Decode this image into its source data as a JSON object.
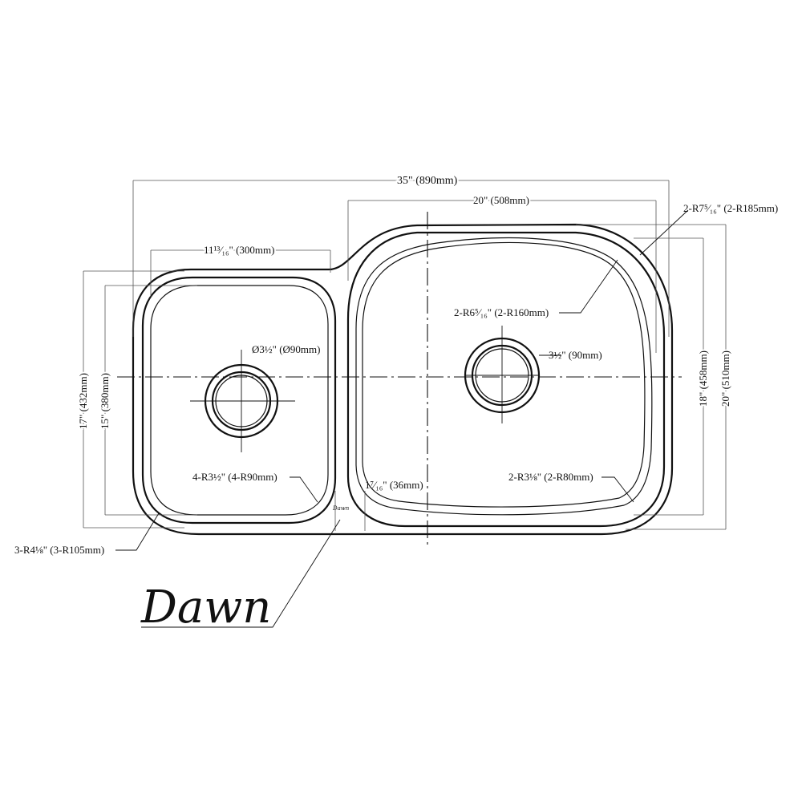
{
  "brand": {
    "logo_text": "Dawn",
    "stamp_text": "Dawn"
  },
  "dimensions": {
    "overall_width": "35\" (890mm)",
    "large_bowl_width": "20\" (508mm)",
    "small_bowl_width": "11¹³⁄₁₆\" (300mm)",
    "overall_depth": "20\" (510mm)",
    "large_bowl_depth": "18\" (458mm)",
    "left_outer_depth": "17\" (432mm)",
    "small_bowl_depth": "15\" (380mm)",
    "small_drain": "Ø3½\" (Ø90mm)",
    "large_drain": "3½\" (90mm)",
    "small_bowl_radius": "4-R3½\" (4-R90mm)",
    "divider_width": "1⁷⁄₁₆\" (36mm)",
    "outer_corner_radius": "3-R4⅛\" (3-R105mm)",
    "large_top_outer_radius": "2-R7⁵⁄₁₆\" (2-R185mm)",
    "large_top_inner_radius": "2-R6⁵⁄₁₆\" (2-R160mm)",
    "large_bottom_radius": "2-R3⅛\" (2-R80mm)"
  }
}
